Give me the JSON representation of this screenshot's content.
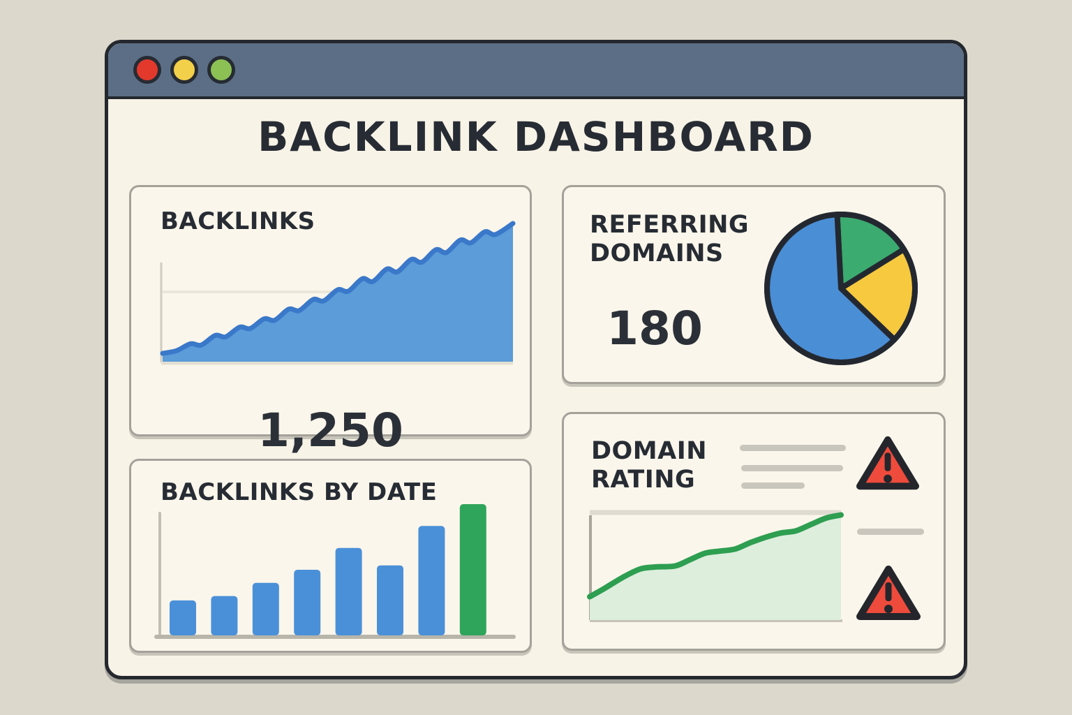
{
  "window": {
    "title": "BACKLINK DASHBOARD",
    "traffic_lights": [
      {
        "name": "close",
        "color": "#e3392d"
      },
      {
        "name": "minimize",
        "color": "#f3d049"
      },
      {
        "name": "maximize",
        "color": "#8cc054"
      }
    ],
    "titlebar_color": "#5b6e86"
  },
  "cards": {
    "backlinks": {
      "title": "BACKLINKS",
      "total": "1,250"
    },
    "referring_domains": {
      "title": "REFERRING DOMAINS",
      "count": "180"
    },
    "backlinks_by_date": {
      "title": "BACKLINKS BY DATE"
    },
    "domain_rating": {
      "title": "DOMAIN RATING",
      "placeholder_lines_left": 3,
      "placeholder_lines_right": 1,
      "alert_icons": 2,
      "alert_color": "#ee4b3c"
    }
  },
  "chart_data": [
    {
      "id": "backlinks-trend",
      "type": "area",
      "title": "BACKLINKS",
      "total_label": "1,250",
      "x_range": [
        0,
        1
      ],
      "y_range": [
        0,
        100
      ],
      "grid": true,
      "legend": false,
      "line_color": "#3a78c9",
      "fill_color": "#5b9cd9",
      "points": [
        [
          0.0,
          6
        ],
        [
          0.04,
          8
        ],
        [
          0.08,
          13
        ],
        [
          0.11,
          12
        ],
        [
          0.15,
          19
        ],
        [
          0.18,
          18
        ],
        [
          0.22,
          25
        ],
        [
          0.25,
          24
        ],
        [
          0.29,
          31
        ],
        [
          0.32,
          30
        ],
        [
          0.36,
          38
        ],
        [
          0.39,
          37
        ],
        [
          0.43,
          45
        ],
        [
          0.46,
          44
        ],
        [
          0.5,
          52
        ],
        [
          0.53,
          51
        ],
        [
          0.57,
          60
        ],
        [
          0.6,
          58
        ],
        [
          0.64,
          67
        ],
        [
          0.67,
          65
        ],
        [
          0.71,
          74
        ],
        [
          0.74,
          72
        ],
        [
          0.78,
          81
        ],
        [
          0.81,
          79
        ],
        [
          0.85,
          88
        ],
        [
          0.88,
          86
        ],
        [
          0.92,
          94
        ],
        [
          0.95,
          92
        ],
        [
          1.0,
          100
        ]
      ]
    },
    {
      "id": "referring-domains-pie",
      "type": "pie",
      "title": "REFERRING DOMAINS",
      "total": 180,
      "start_angle": -3,
      "outline_color": "#232830",
      "slices": [
        {
          "label": "segment-green",
          "value": 17,
          "color": "#3bab70"
        },
        {
          "label": "segment-yellow",
          "value": 21,
          "color": "#f6c93f"
        },
        {
          "label": "segment-blue",
          "value": 62,
          "color": "#4a8ed5"
        }
      ]
    },
    {
      "id": "backlinks-by-date-bars",
      "type": "bar",
      "title": "BACKLINKS BY DATE",
      "values": [
        40,
        45,
        60,
        75,
        100,
        80,
        125,
        150
      ],
      "ylim": [
        0,
        150
      ],
      "grid": false,
      "bar_colors": [
        "#4a90d9",
        "#4a90d9",
        "#4a90d9",
        "#4a90d9",
        "#4a90d9",
        "#4a90d9",
        "#4a90d9",
        "#2fa55c"
      ]
    },
    {
      "id": "domain-rating-trend",
      "type": "area",
      "title": "DOMAIN RATING",
      "x_range": [
        0,
        1
      ],
      "y_range": [
        0,
        100
      ],
      "grid": false,
      "legend": false,
      "line_color": "#2e9e51",
      "fill_color": "#ddeedd",
      "points": [
        [
          0.0,
          22
        ],
        [
          0.06,
          30
        ],
        [
          0.13,
          40
        ],
        [
          0.2,
          48
        ],
        [
          0.26,
          50
        ],
        [
          0.34,
          51
        ],
        [
          0.4,
          57
        ],
        [
          0.46,
          63
        ],
        [
          0.52,
          65
        ],
        [
          0.58,
          67
        ],
        [
          0.64,
          73
        ],
        [
          0.7,
          78
        ],
        [
          0.76,
          82
        ],
        [
          0.82,
          84
        ],
        [
          0.88,
          90
        ],
        [
          0.94,
          96
        ],
        [
          1.0,
          99
        ]
      ]
    }
  ]
}
